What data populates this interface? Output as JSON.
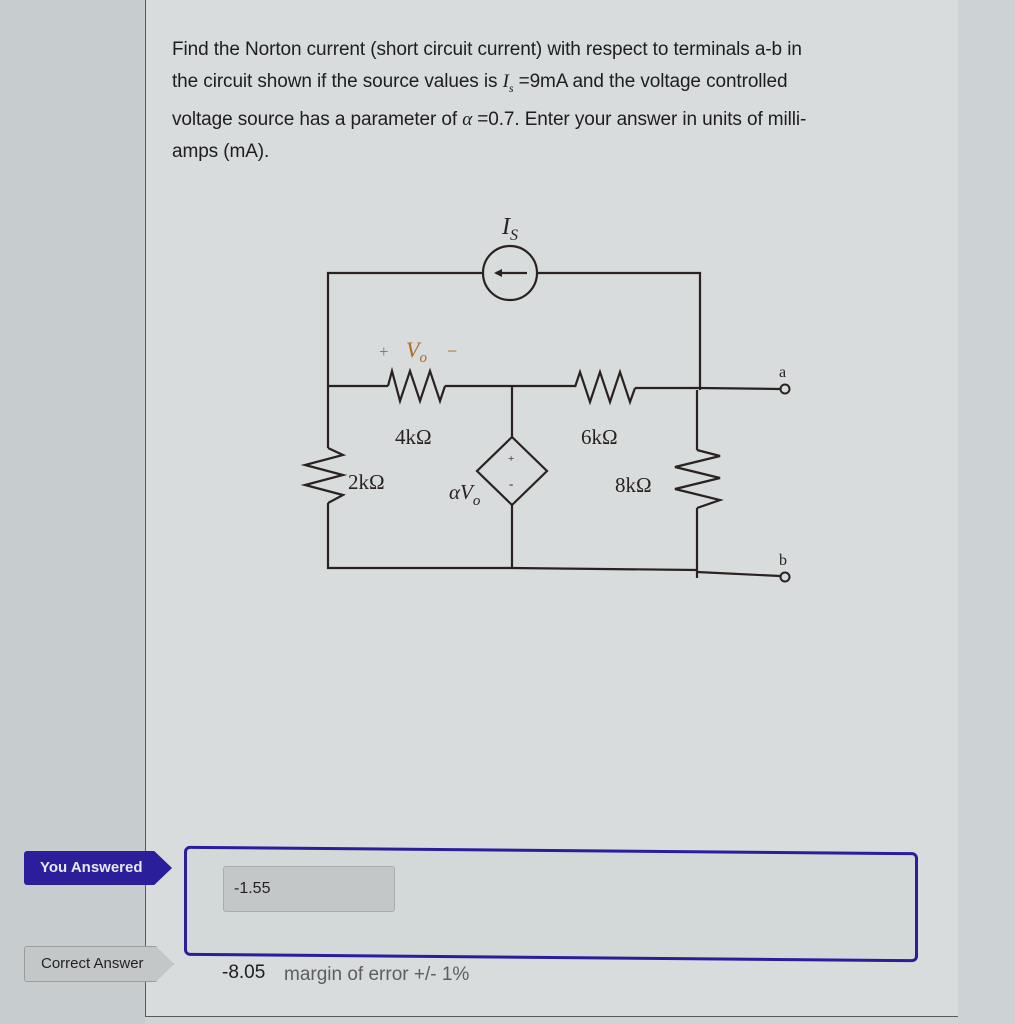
{
  "question": {
    "line1": "Find the Norton current (short circuit current) with respect to terminals a-b in",
    "line2_pre": "the circuit shown if the source values is ",
    "line2_var": "I",
    "line2_sub": "s",
    "line2_post": " =9mA and the voltage controlled",
    "line3_pre": "voltage source has a parameter of ",
    "line3_var": "α",
    "line3_post": " =0.7.  Enter your answer in units of milli-",
    "line4": "amps (mA)."
  },
  "circuit": {
    "current_source_label": "I",
    "current_source_sub": "S",
    "vo_plus": "+",
    "vo_label": "V",
    "vo_sub": "o",
    "vo_minus": "−",
    "r1_label": "4kΩ",
    "r2_label": "6kΩ",
    "r3_label": "2kΩ",
    "r4_label": "8kΩ",
    "dep_source_label": "αV",
    "dep_source_sub": "o",
    "dep_plus": "+",
    "dep_minus": "-",
    "terminal_a": "a",
    "terminal_b": "b",
    "wire_color": "#2a2220",
    "vo_color": "#b06a1e"
  },
  "answer": {
    "you_answered_label": "You Answered",
    "you_answered_value": "-1.55",
    "correct_answer_label": "Correct Answer",
    "correct_answer_value": "-8.05",
    "margin_text": "margin of error +/- 1%",
    "accent_color": "#2a1e9a"
  }
}
